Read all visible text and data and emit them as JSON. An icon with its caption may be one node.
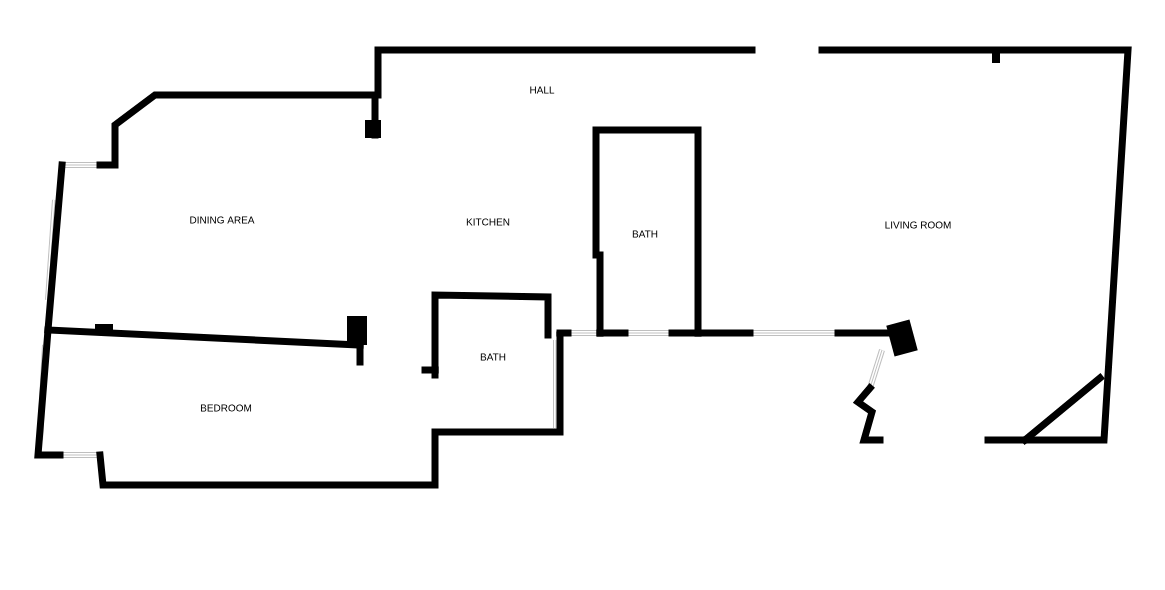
{
  "diagram": {
    "labels": [
      "HALL",
      "DINING AREA",
      "KITCHEN",
      "LIVING ROOM",
      "BATH",
      "BATH",
      "BEDROOM"
    ]
  }
}
